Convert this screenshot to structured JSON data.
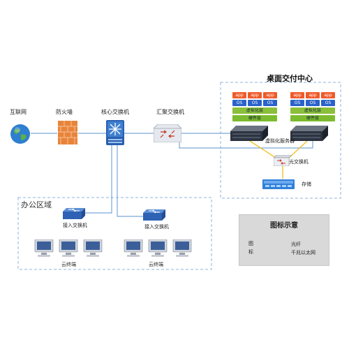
{
  "nodes": {
    "internet": "互联网",
    "firewall": "防火墙",
    "core_switch": "核心交换机",
    "aggregation_switch": "汇聚交换机",
    "virtualization_server": "虚拟化服务器",
    "optical_switch": "光交换机",
    "storage": "存储",
    "access_switch_1": "接入交换机",
    "access_switch_2": "接入交换机",
    "cloud_terminal_1": "云终端",
    "cloud_terminal_2": "云终端"
  },
  "regions": {
    "datacenter_title": "桌面交付中心",
    "office_title": "办公区域"
  },
  "stack": {
    "app": "app",
    "os": "OS",
    "virtualization": "虚拟化层",
    "hardware": "硬件层"
  },
  "legend": {
    "title": "图标示意",
    "side_label_1": "图",
    "side_label_2": "标",
    "fiber": "光纤",
    "ethernet": "千兆以太网"
  },
  "colors": {
    "fiber": "#f0c22a",
    "ethernet": "#7aa6d8",
    "dash_border": "#8fb3dc"
  }
}
